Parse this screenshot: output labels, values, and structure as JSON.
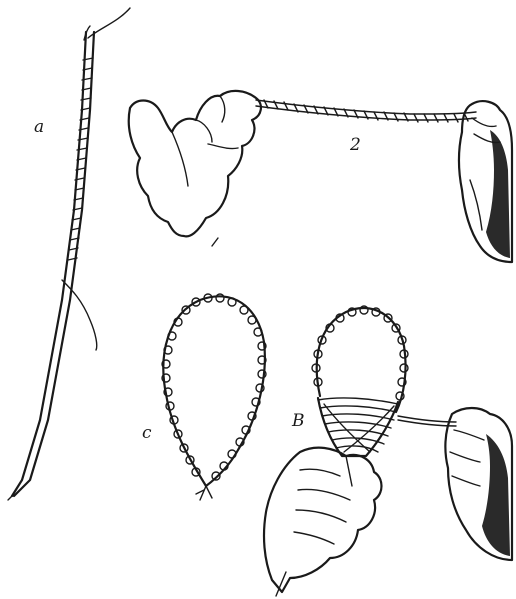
{
  "labels": {
    "needle": "a",
    "stretch": "2",
    "loop": "c",
    "wrap": "B"
  },
  "colors": {
    "ink": "#1a1a1a",
    "background": "#ffffff"
  }
}
